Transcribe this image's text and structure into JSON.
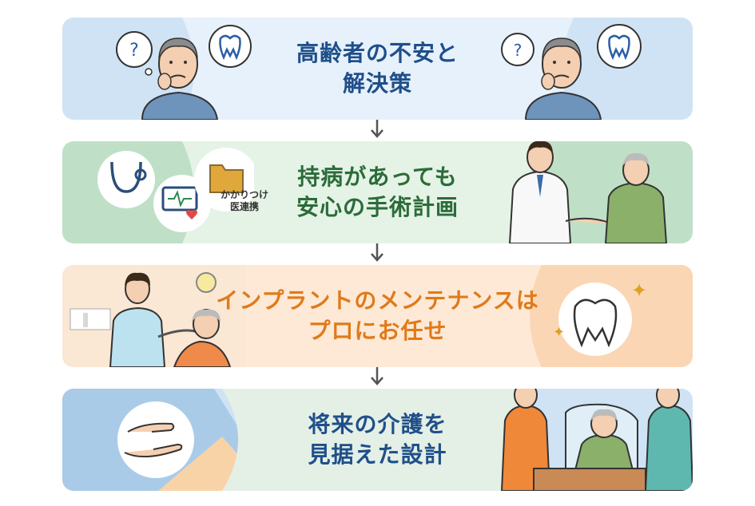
{
  "steps": [
    {
      "line1": "高齢者の不安と",
      "line2": "解決策",
      "color": "#1f4f8a",
      "bg": "#dbe9f7"
    },
    {
      "line1": "持病があっても",
      "line2": "安心の手術計画",
      "color": "#2c6b3a",
      "bg": "#dcefdc",
      "badge": {
        "line1": "かかりつけ",
        "line2": "医連携"
      }
    },
    {
      "line1": "インプラントのメンテナンスは",
      "line2": "プロにお任せ",
      "color": "#e07a1a",
      "bg": "#fde3c9"
    },
    {
      "line1": "将来の介護を",
      "line2": "見据えた設計",
      "color": "#1f4f8a",
      "bg": "#e4efe6"
    }
  ],
  "icons": {
    "question": "?",
    "sparkle": "✦"
  },
  "colors": {
    "arrow": "#555555"
  }
}
